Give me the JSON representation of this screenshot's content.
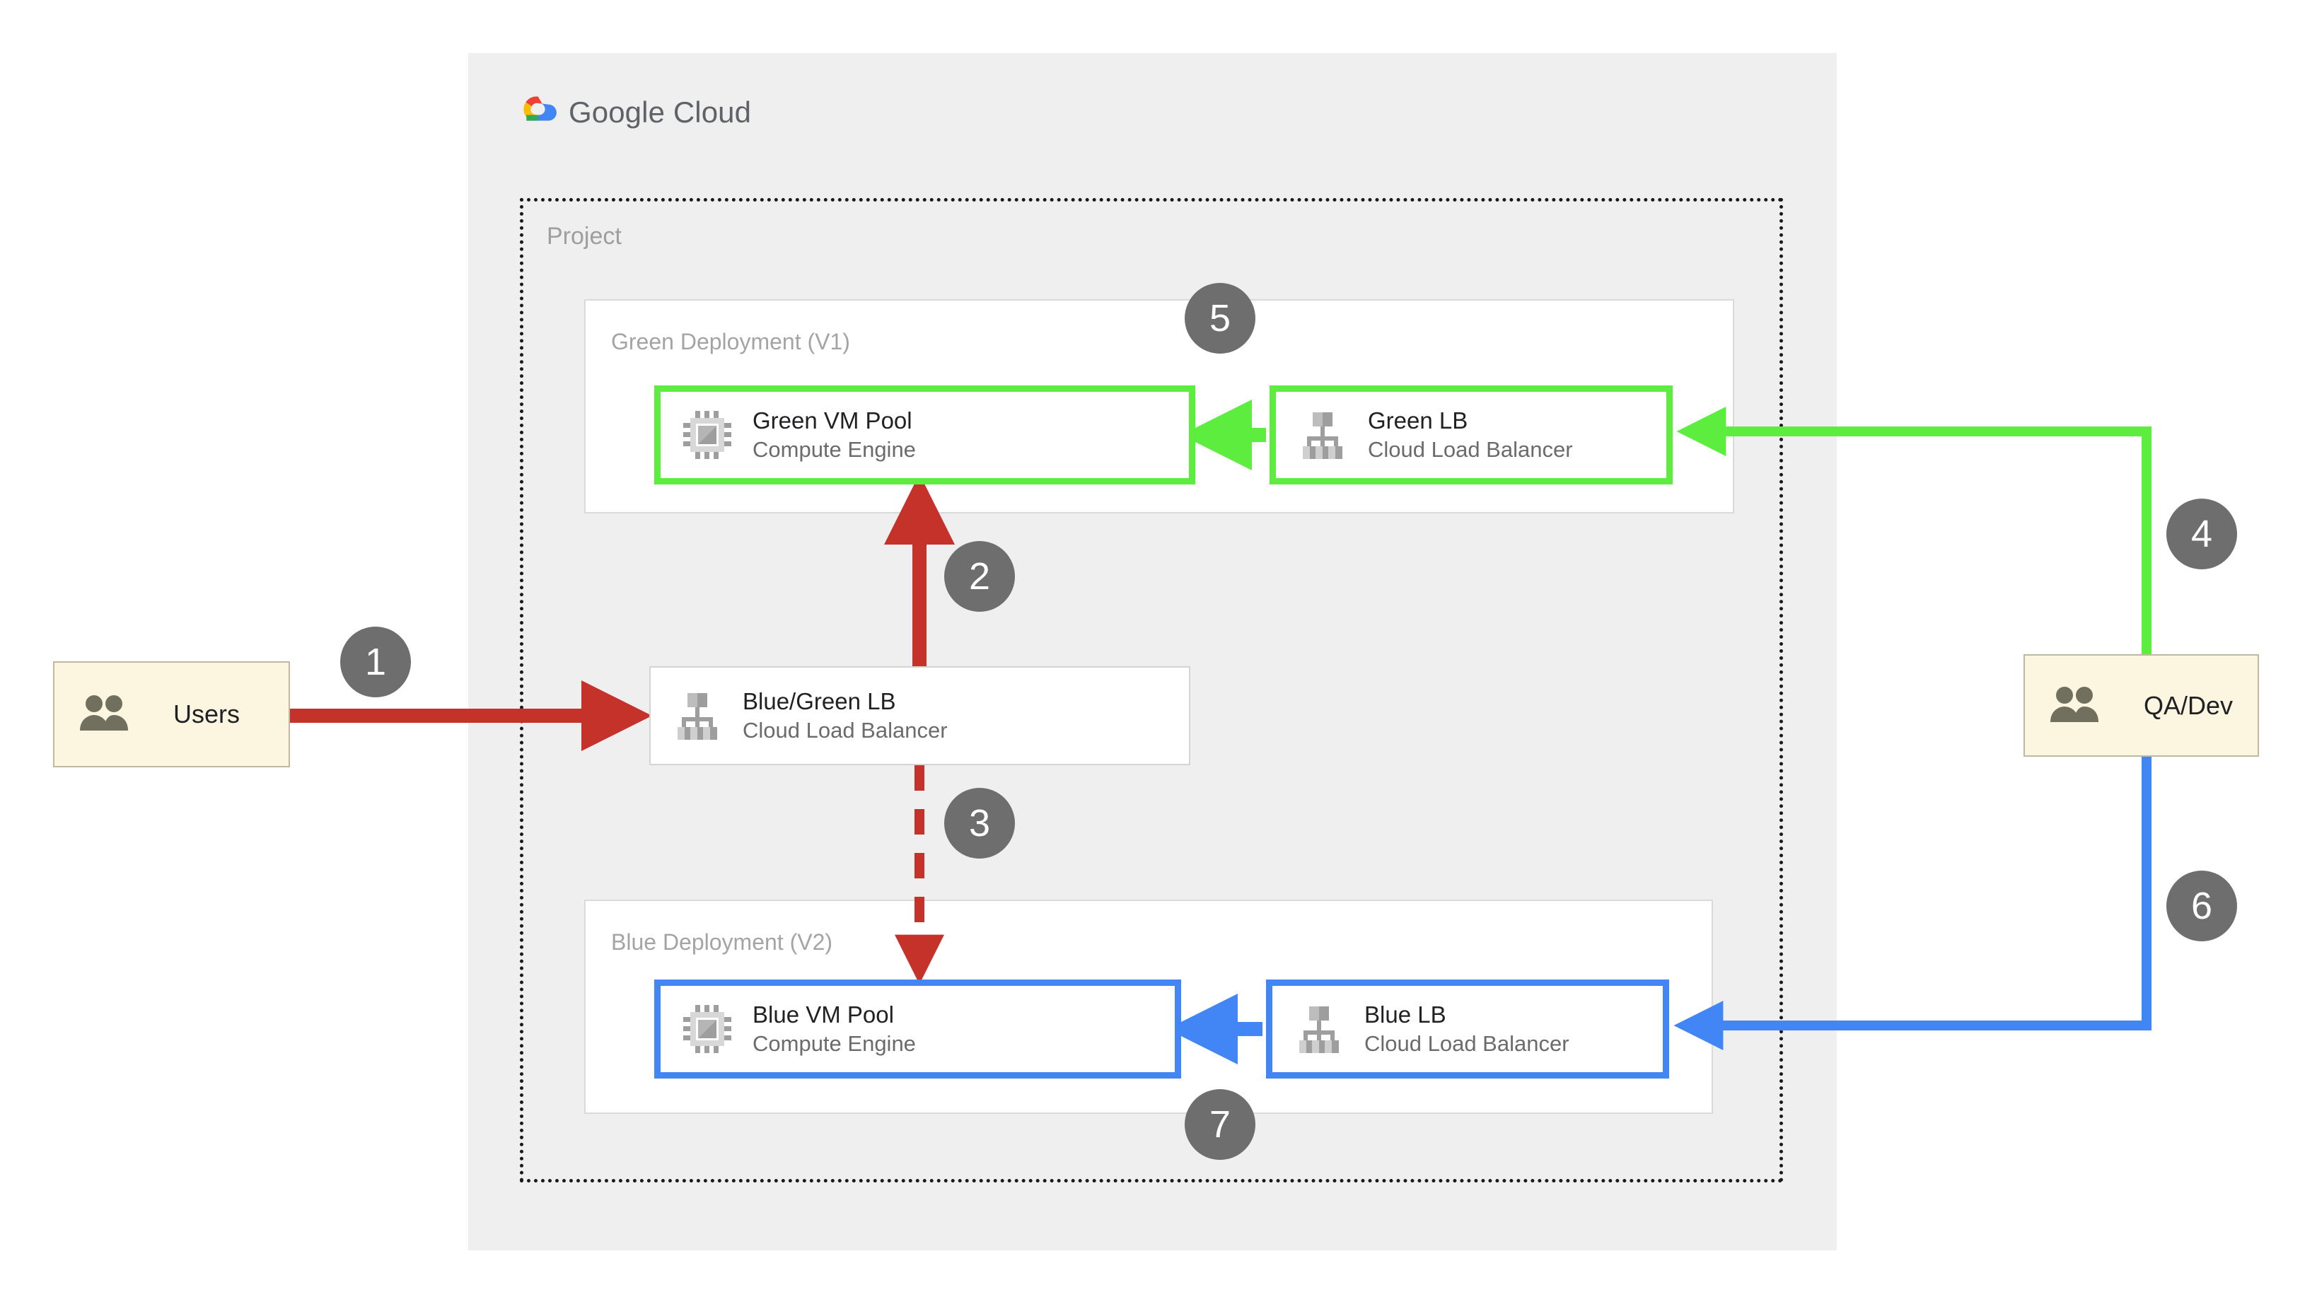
{
  "cloud": {
    "provider_name_bold": "Google",
    "provider_name_light": "Cloud",
    "logo_icon": "google-cloud-logo-icon"
  },
  "project": {
    "label": "Project"
  },
  "groups": {
    "green": {
      "title": "Green Deployment (V1)"
    },
    "blue": {
      "title": "Blue Deployment (V2)"
    }
  },
  "nodes": {
    "green_vm_pool": {
      "title": "Green VM Pool",
      "subtitle": "Compute Engine",
      "icon": "compute-engine-icon",
      "accent": "#5ced3e"
    },
    "green_lb": {
      "title": "Green LB",
      "subtitle": "Cloud Load Balancer",
      "icon": "cloud-load-balancer-icon",
      "accent": "#5ced3e"
    },
    "bluegreen_lb": {
      "title": "Blue/Green LB",
      "subtitle": "Cloud Load Balancer",
      "icon": "cloud-load-balancer-icon",
      "accent": "#d4d4d4"
    },
    "blue_vm_pool": {
      "title": "Blue VM Pool",
      "subtitle": "Compute Engine",
      "icon": "compute-engine-icon",
      "accent": "#4285f4"
    },
    "blue_lb": {
      "title": "Blue LB",
      "subtitle": "Cloud Load Balancer",
      "icon": "cloud-load-balancer-icon",
      "accent": "#4285f4"
    }
  },
  "actors": {
    "users": {
      "label": "Users",
      "icon": "users-group-icon"
    },
    "qadev": {
      "label": "QA/Dev",
      "icon": "users-group-icon"
    }
  },
  "steps": [
    {
      "number": "1",
      "from": "Users",
      "to": "Blue/Green LB",
      "color": "#c5322a",
      "style": "solid"
    },
    {
      "number": "2",
      "from": "Blue/Green LB",
      "to": "Green VM Pool",
      "color": "#c5322a",
      "style": "solid"
    },
    {
      "number": "3",
      "from": "Blue/Green LB",
      "to": "Blue VM Pool",
      "color": "#c5322a",
      "style": "dashed"
    },
    {
      "number": "4",
      "from": "QA/Dev",
      "to": "Green LB",
      "color": "#5ced3e",
      "style": "solid"
    },
    {
      "number": "5",
      "from": "Green LB",
      "to": "Green VM Pool",
      "color": "#5ced3e",
      "style": "solid"
    },
    {
      "number": "6",
      "from": "QA/Dev",
      "to": "Blue LB",
      "color": "#4285f4",
      "style": "solid"
    },
    {
      "number": "7",
      "from": "Blue LB",
      "to": "Blue VM Pool",
      "color": "#4285f4",
      "style": "solid"
    }
  ],
  "colors": {
    "panel_background": "#efefef",
    "green_accent": "#5ced3e",
    "blue_accent": "#4285f4",
    "red_accent": "#c5322a",
    "badge_background": "#6e6e6e",
    "actor_background": "#fcf5e0",
    "muted_text": "#9e9e9e"
  }
}
